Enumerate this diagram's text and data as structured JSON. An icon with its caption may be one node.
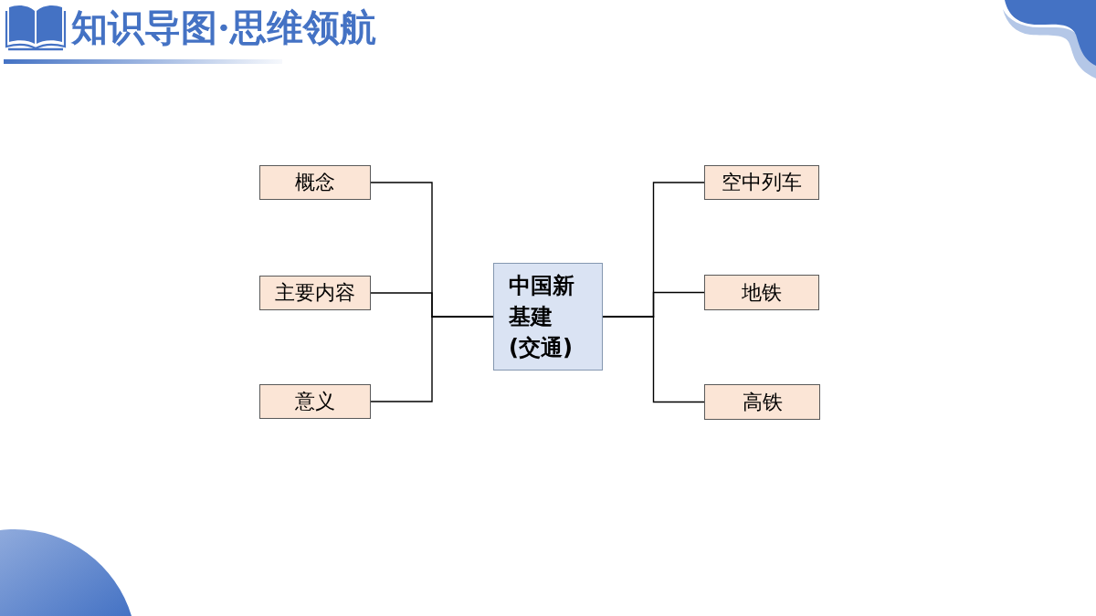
{
  "diagram": {
    "title": "知识导图·思维领航",
    "nodes": [
      {
        "text": [
          "中国新基建(交通)"
        ]
      },
      {
        "text": [
          "概念"
        ]
      },
      {
        "text": [
          "主要内容"
        ]
      },
      {
        "text": [
          "意义"
        ]
      },
      {
        "text": [
          "空中列车"
        ]
      },
      {
        "text": [
          "地铁"
        ]
      },
      {
        "text": [
          "高铁"
        ]
      }
    ],
    "edges": [
      {
        "from": 0,
        "to": 1,
        "arrow": "none"
      },
      {
        "from": 0,
        "to": 2,
        "arrow": "none"
      },
      {
        "from": 0,
        "to": 3,
        "arrow": "none"
      },
      {
        "from": 0,
        "to": 4,
        "arrow": "none"
      },
      {
        "from": 0,
        "to": 5,
        "arrow": "none"
      },
      {
        "from": 0,
        "to": 6,
        "arrow": "none"
      }
    ]
  }
}
